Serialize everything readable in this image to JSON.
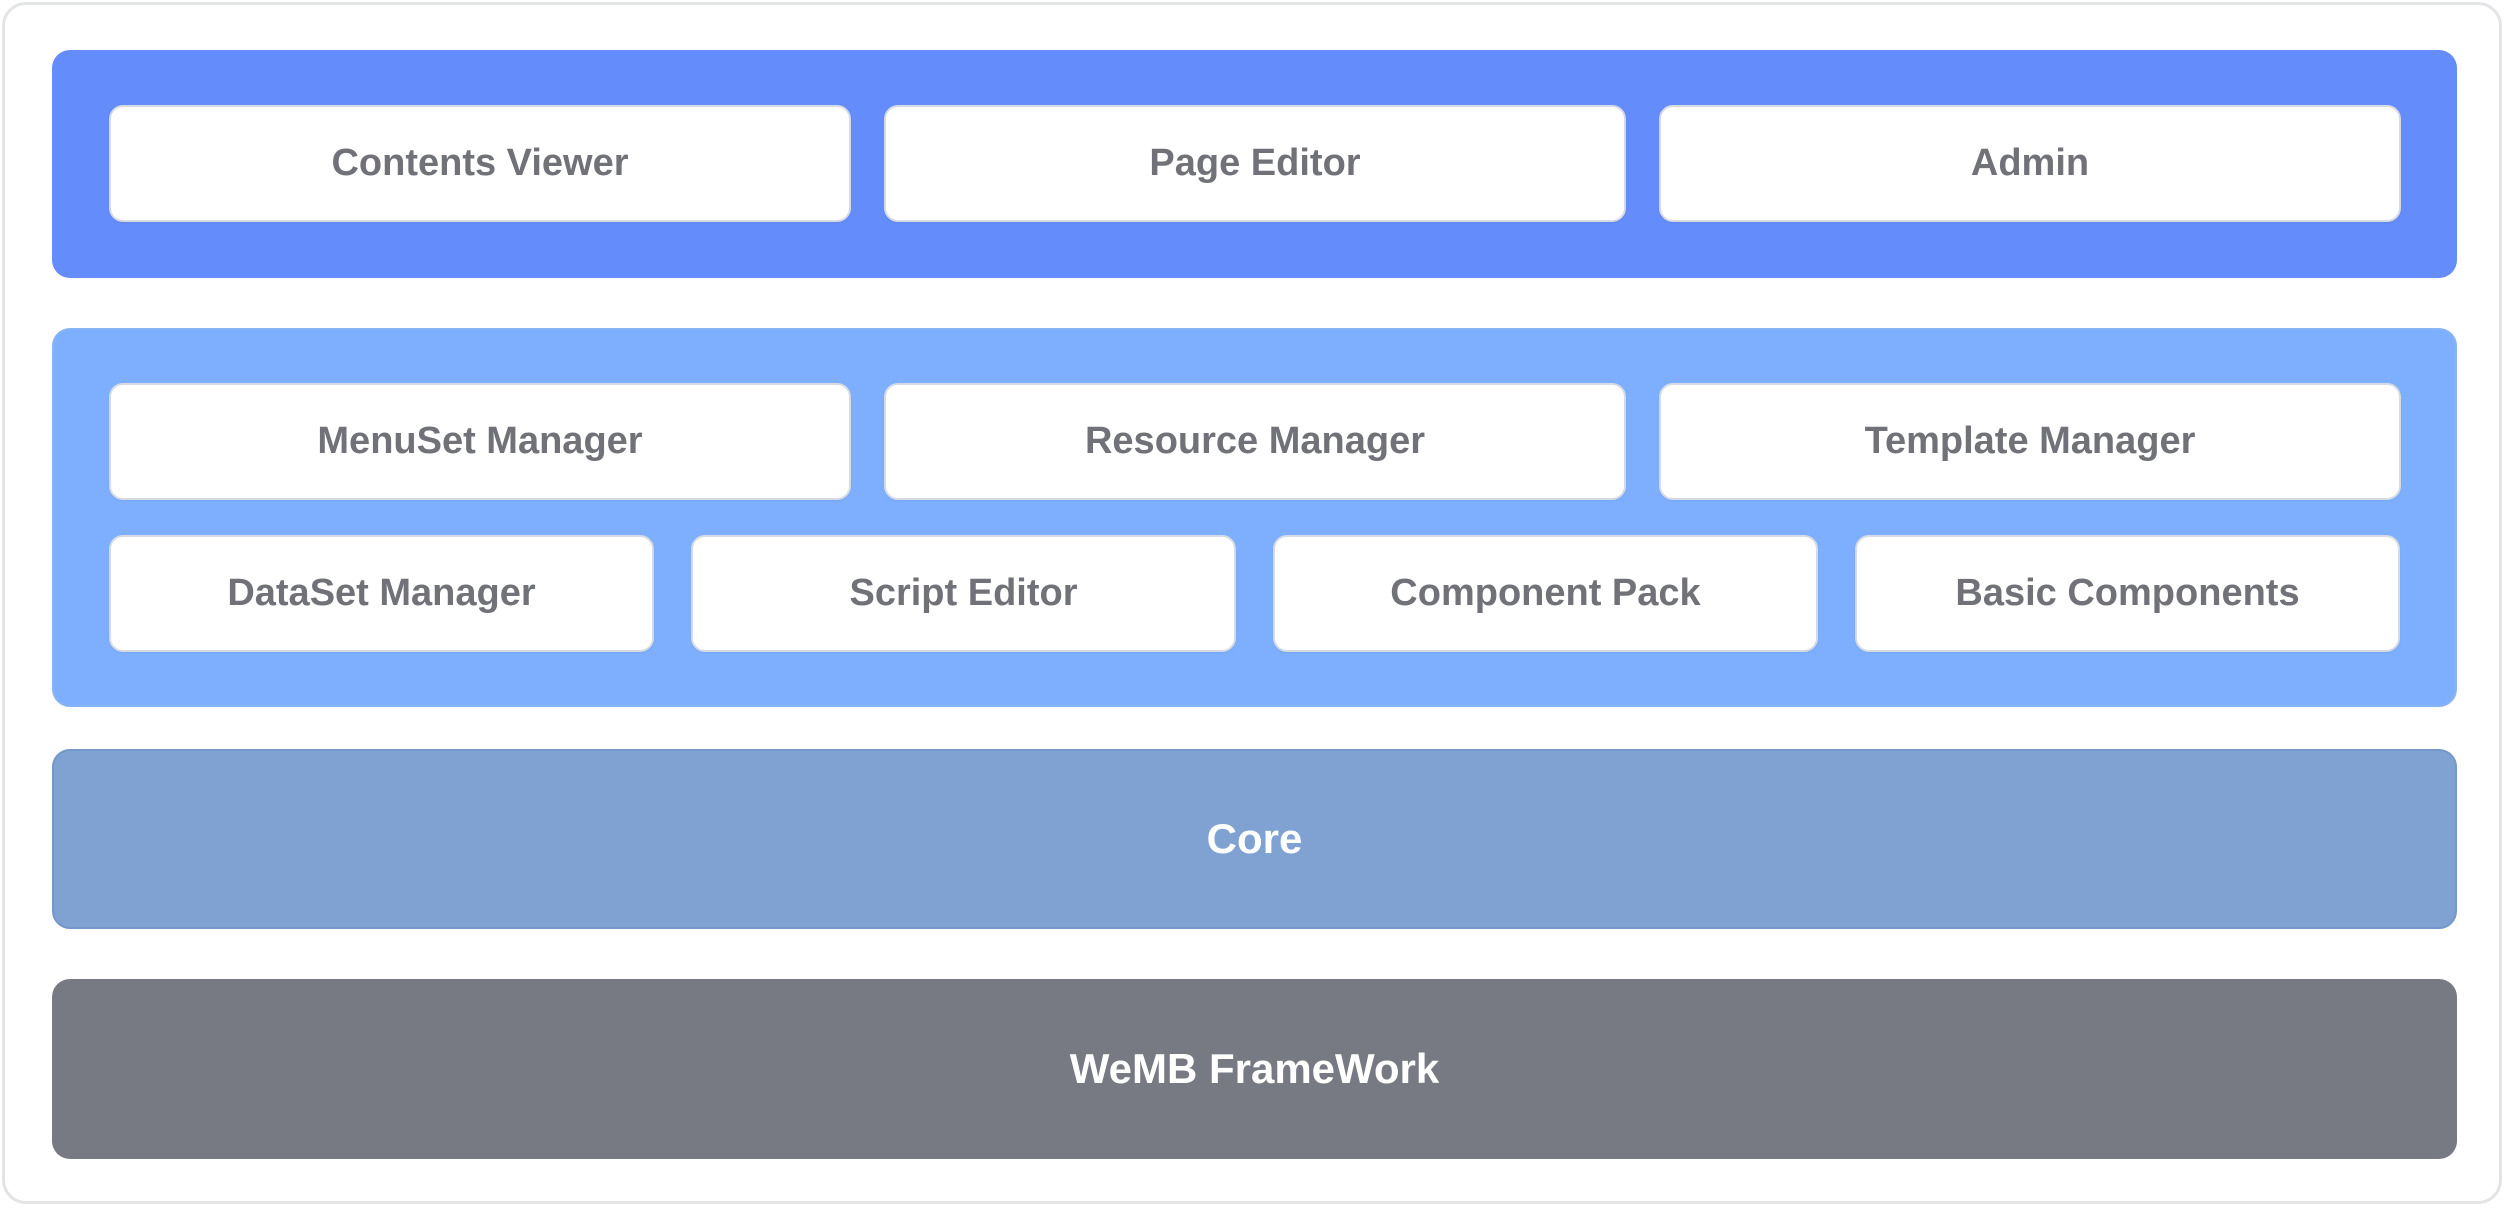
{
  "apps_layer": {
    "boxes": [
      "Contents Viewer",
      "Page Editor",
      "Admin"
    ]
  },
  "modules_layer": {
    "row1": [
      "MenuSet Manager",
      "Resource Manager",
      "Template Manager"
    ],
    "row2": [
      "DataSet Manager",
      "Script Editor",
      "Component Pack",
      "Basic Components"
    ]
  },
  "core_layer": {
    "label": "Core"
  },
  "framework_layer": {
    "label": "WeMB FrameWork"
  },
  "colors": {
    "apps_layer_bg": "#658cfb",
    "modules_layer_bg": "#7eaffe",
    "core_layer_bg": "#7fa2d2",
    "framework_layer_bg": "#777a82",
    "box_text": "#707278"
  }
}
